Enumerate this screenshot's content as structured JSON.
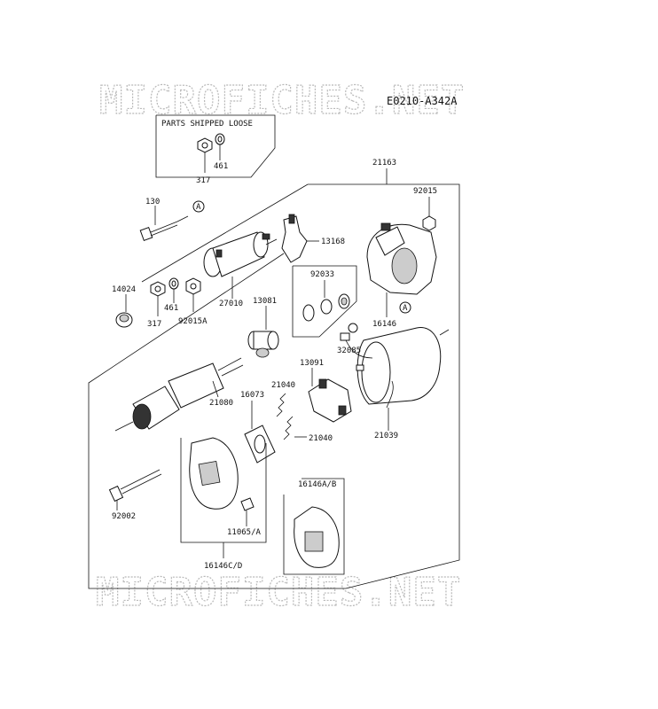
{
  "watermark_top": "MICROFICHES.NET",
  "watermark_bottom": "MICROFICHES.NET",
  "diagram_code": "E0210-A342A",
  "loose_box_title": "PARTS SHIPPED LOOSE",
  "ref_mark": "A",
  "parts": {
    "p21163": "21163",
    "p92015": "92015",
    "p130": "130",
    "p13168": "13168",
    "p14024": "14024",
    "p461_loose": "461",
    "p317_loose": "317",
    "p461": "461",
    "p317": "317",
    "p92015A": "92015A",
    "p27010": "27010",
    "p92033": "92033",
    "p16146": "16146",
    "p13081": "13081",
    "p32085": "32085",
    "p13091": "13091",
    "p21080": "21080",
    "p21040a": "21040",
    "p16073": "16073",
    "p21040b": "21040",
    "p21039": "21039",
    "p92002": "92002",
    "p16146AB": "16146A/B",
    "p11065A": "11065/A",
    "p16146CD": "16146C/D"
  }
}
